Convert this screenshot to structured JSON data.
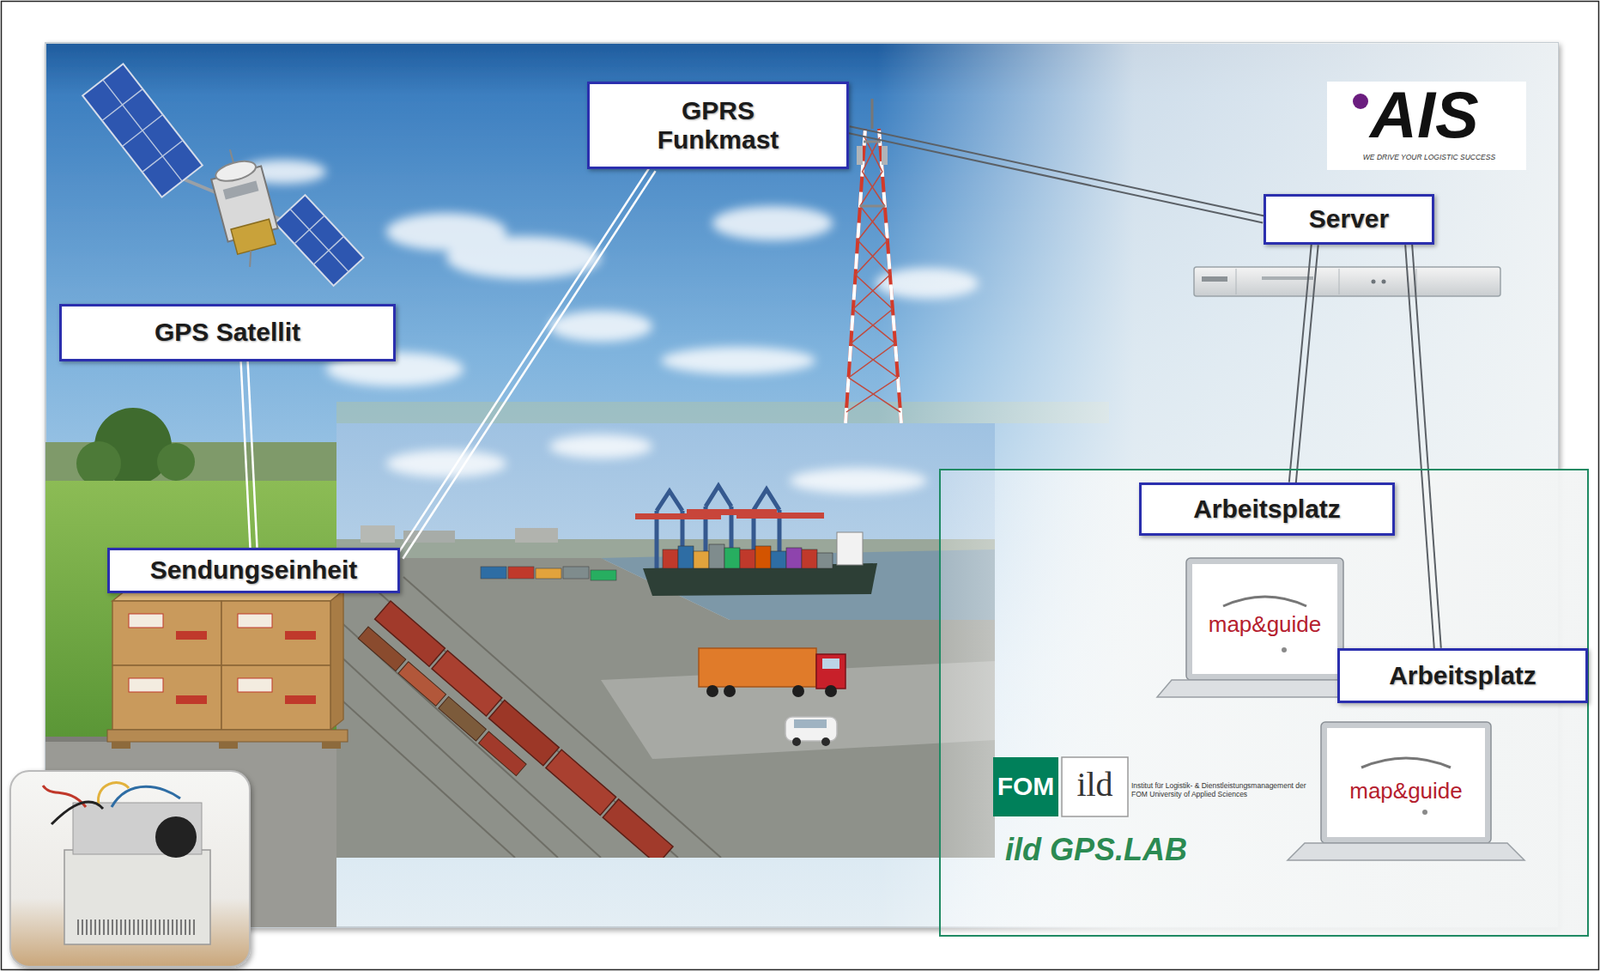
{
  "diagram": {
    "nodes": [
      {
        "text": [
          "GPRS Funkmast"
        ]
      },
      {
        "text": [
          "Server"
        ]
      },
      {
        "text": [
          "GPS Satellit"
        ]
      },
      {
        "text": [
          "Sendungseinheit"
        ]
      },
      {
        "text": [
          "ild GPS.LAB"
        ]
      },
      {
        "text": [
          "Arbeitsplatz"
        ],
        "in": 4
      },
      {
        "text": [
          "Arbeitsplatz"
        ],
        "in": 4
      }
    ],
    "edges": [
      {
        "from": 2,
        "to": 3,
        "arrow": "none"
      },
      {
        "from": 3,
        "to": 0,
        "arrow": "none"
      },
      {
        "from": 0,
        "to": 1,
        "arrow": "none"
      },
      {
        "from": 1,
        "to": 5,
        "arrow": "none"
      },
      {
        "from": 1,
        "to": 6,
        "arrow": "none"
      }
    ],
    "labels": [
      "AIS",
      "WE DRIVE YOUR LOGISTIC SUCCESS",
      "map&guide",
      "map&guide",
      "FOM",
      "ild",
      "Institut für Logistik- & Dienstleistungsmanagement der FOM University of Applied Sciences"
    ]
  }
}
